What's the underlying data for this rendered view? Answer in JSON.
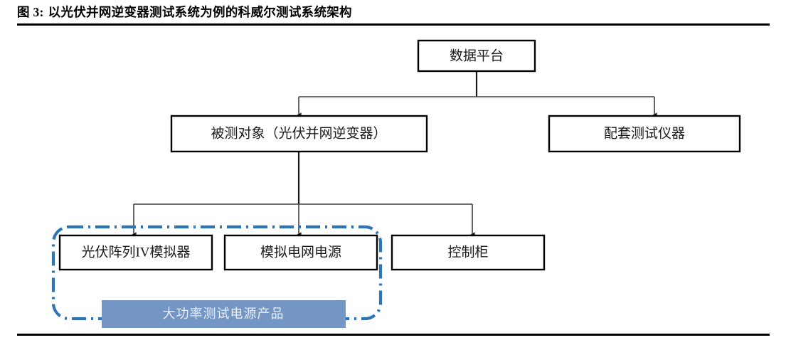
{
  "caption": {
    "label": "图 3:",
    "text": "以光伏并网逆变器测试系统为例的科威尔测试系统架构",
    "full": "图 3: 以光伏并网逆变器测试系统为例的科威尔测试系统架构"
  },
  "diagram": {
    "type": "flow-hierarchy",
    "nodes": {
      "data_platform": "数据平台",
      "device_under_test": "被测对象（光伏并网逆变器）",
      "supporting_instruments": "配套测试仪器",
      "pv_array_iv_simulator": "光伏阵列IV模拟器",
      "grid_simulator_power": "模拟电网电源",
      "control_cabinet": "控制柜"
    },
    "group_banner": {
      "label": "大功率测试电源产品",
      "fill": "#7496c4",
      "text_color": "#e8eef7"
    },
    "highlight_group": {
      "members": [
        "光伏阵列IV模拟器",
        "模拟电网电源"
      ],
      "border_color": "#2e75b6",
      "border_style": "dash-dot"
    },
    "edges": [
      {
        "from": "数据平台",
        "to": "被测对象（光伏并网逆变器）"
      },
      {
        "from": "数据平台",
        "to": "配套测试仪器"
      },
      {
        "from": "被测对象（光伏并网逆变器）",
        "to": "光伏阵列IV模拟器"
      },
      {
        "from": "被测对象（光伏并网逆变器）",
        "to": "模拟电网电源"
      },
      {
        "from": "被测对象（光伏并网逆变器）",
        "to": "控制柜"
      }
    ]
  },
  "colors": {
    "rule": "#000000",
    "box_border": "#000000",
    "connector": "#3f3f3f",
    "accent_blue": "#2e75b6",
    "banner_blue": "#7496c4"
  }
}
